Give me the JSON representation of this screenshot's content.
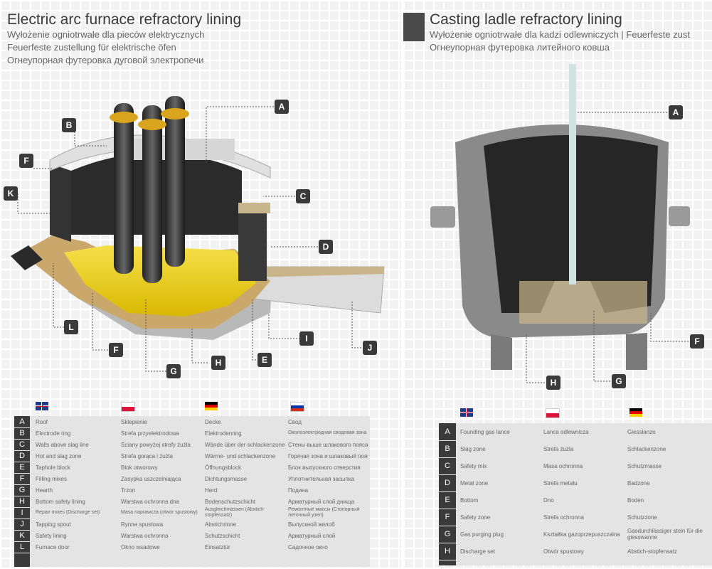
{
  "left": {
    "title": "Electric arc furnace refractory lining",
    "subtitles": [
      "Wyłożenie ogniotrwałe dla pieców elektrycznych",
      "Feuerfeste zustellung für elektrische öfen",
      "Огнеупорная футеровка дуговой электропечи"
    ],
    "callouts": [
      "A",
      "B",
      "C",
      "D",
      "E",
      "F",
      "F",
      "G",
      "H",
      "I",
      "J",
      "K",
      "L"
    ],
    "rows": [
      {
        "letter": "A",
        "en": "Roof",
        "pl": "Sklepienie",
        "de": "Decke",
        "ru": "Свод"
      },
      {
        "letter": "B",
        "en": "Electrode ring",
        "pl": "Strefa przyelektrodowa",
        "de": "Elektrodenring",
        "ru": "Околоэлектродная сводовая зона"
      },
      {
        "letter": "C",
        "en": "Walls above slag line",
        "pl": "Ściany powyżej strefy żużla",
        "de": "Wände über der schlackenzone",
        "ru": "Стены выше шлакового пояса"
      },
      {
        "letter": "D",
        "en": "Hot and slag zone",
        "pl": "Strefa gorąca i żużla",
        "de": "Wärme- und schlackenzone",
        "ru": "Горячая зона и шлаковый пояс"
      },
      {
        "letter": "E",
        "en": "Taphole block",
        "pl": "Blok otworowy",
        "de": "Öffnungsblock",
        "ru": "Блок выпускного отверстия"
      },
      {
        "letter": "F",
        "en": "Filling mixes",
        "pl": "Zasypka uszczelniająca",
        "de": "Dichtungsmasse",
        "ru": "Уплотнительная засыпка"
      },
      {
        "letter": "G",
        "en": "Hearth",
        "pl": "Trzon",
        "de": "Herd",
        "ru": "Подина"
      },
      {
        "letter": "H",
        "en": "Bottom safety lining",
        "pl": "Warstwa ochronna dna",
        "de": "Bodenschutzschicht",
        "ru": "Арматурный слой днища"
      },
      {
        "letter": "I",
        "en": "Repair mixes (Discharge set)",
        "pl": "Masa naprawcza (otwór spustowy)",
        "de": "Ausgleichmassen (Abstich-stopfensatz)",
        "ru": "Ремонтные массы (Стопорный леточный узел)"
      },
      {
        "letter": "J",
        "en": "Tapping spout",
        "pl": "Rynna spustowa",
        "de": "Abstichrinne",
        "ru": "Выпускной желоб"
      },
      {
        "letter": "K",
        "en": "Safety lining",
        "pl": "Warstwa ochronna",
        "de": "Schutzschicht",
        "ru": "Арматурный слой"
      },
      {
        "letter": "L",
        "en": "Furnace door",
        "pl": "Okno wsadowe",
        "de": "Einsatztür",
        "ru": "Садочное окно"
      }
    ]
  },
  "right": {
    "title": "Casting ladle refractory lining",
    "subtitles": [
      "Wyłożenie ogniotrwałe dla kadzi odlewniczych | Feuerfeste zust",
      "Огнеупорная футеровка литейного ковша"
    ],
    "callouts": [
      "A",
      "F",
      "G",
      "H"
    ],
    "rows": [
      {
        "letter": "A",
        "en": "Founding gas lance",
        "pl": "Lanca odlewnicza",
        "de": "Giesslanze"
      },
      {
        "letter": "B",
        "en": "Slag zone",
        "pl": "Strefa żużla",
        "de": "Schlackenzone"
      },
      {
        "letter": "C",
        "en": "Safety mix",
        "pl": "Masa ochronna",
        "de": "Schutzmasse"
      },
      {
        "letter": "D",
        "en": "Metal zone",
        "pl": "Strefa metalu",
        "de": "Badzone"
      },
      {
        "letter": "E",
        "en": "Bottom",
        "pl": "Dno",
        "de": "Boden"
      },
      {
        "letter": "F",
        "en": "Safety zone",
        "pl": "Strefa ochronna",
        "de": "Schutzzone"
      },
      {
        "letter": "G",
        "en": "Gas purging plug",
        "pl": "Kształtka gazoprzepuszczalna",
        "de": "Gasdurchlässiger stein für die giesswanne"
      },
      {
        "letter": "H",
        "en": "Discharge set",
        "pl": "Otwór spustowy",
        "de": "Abstich-stopfensatz"
      }
    ]
  }
}
